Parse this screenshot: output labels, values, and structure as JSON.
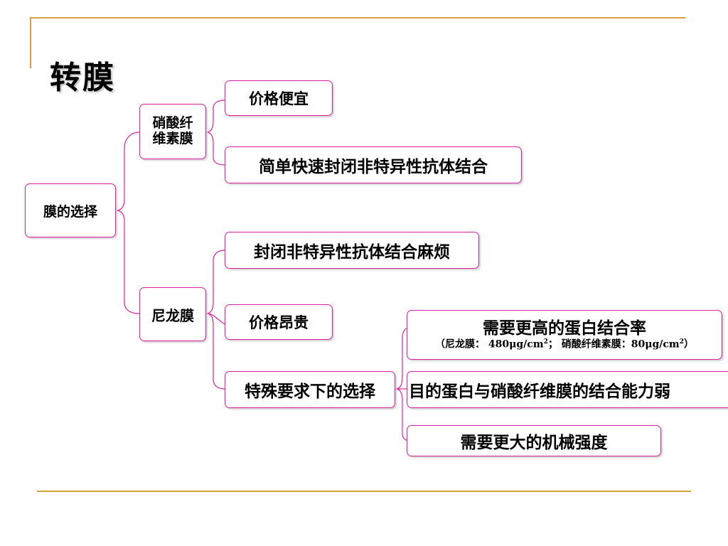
{
  "title": "转膜",
  "nodes": {
    "root": "膜的选择",
    "nitrocellulose": {
      "line1": "硝酸纤",
      "line2": "维素膜"
    },
    "nc_cheap": "价格便宜",
    "nc_block": "简单快速封闭非特异性抗体结合",
    "nylon": "尼龙膜",
    "ny_block": "封闭非特异性抗体结合麻烦",
    "ny_price": "价格昂贵",
    "ny_special": "特殊要求下的选择",
    "sp_binding": {
      "main": "需要更高的蛋白结合率",
      "detail_prefix": "（尼龙膜： 480μg/cm",
      "sup1": "2",
      "detail_mid": "； 硝酸纤维素膜：80μg/cm",
      "sup2": "2",
      "detail_suffix": "）"
    },
    "sp_weak": "目的蛋白与硝酸纤维膜的结合能力弱",
    "sp_strength": "需要更大的机械强度"
  },
  "colors": {
    "accent_line": "#d4a03c",
    "node_border": "#e020a0"
  }
}
